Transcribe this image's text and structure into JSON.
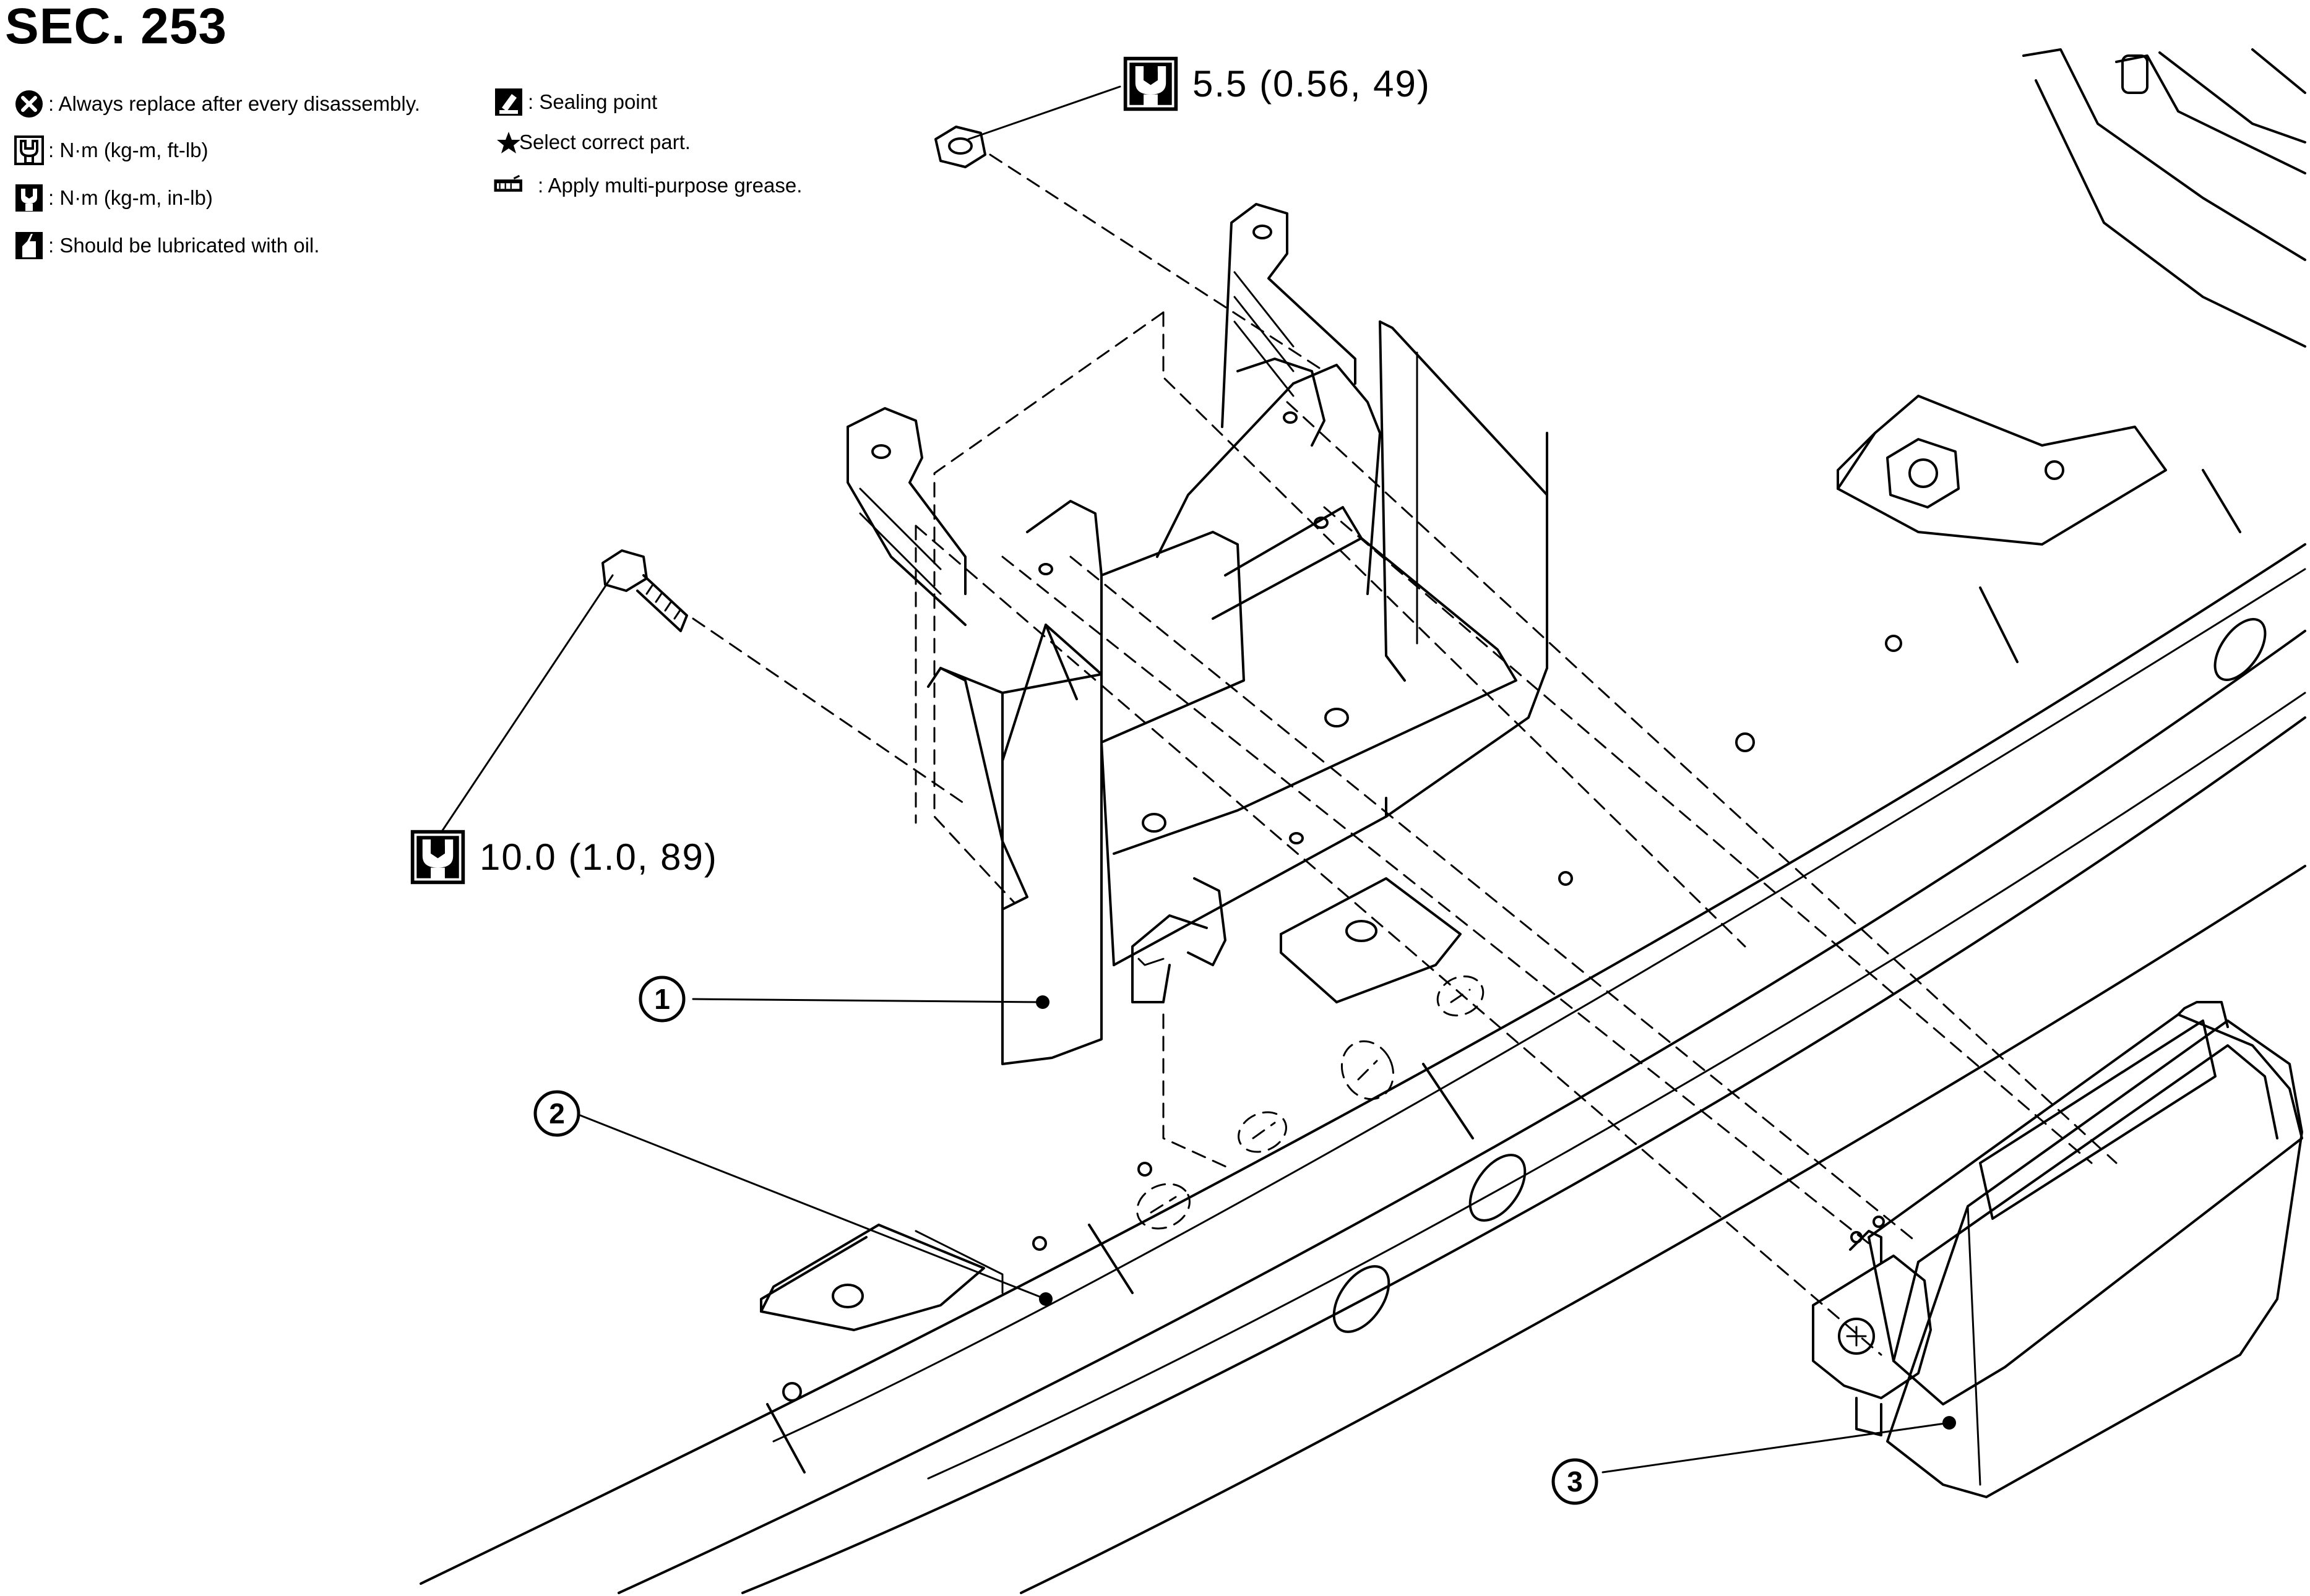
{
  "section_title": "SEC. 253",
  "legend": {
    "left": [
      {
        "icon": "replace-x-icon",
        "text": ": Always replace after every disassembly."
      },
      {
        "icon": "torque-wrench-ftlb-icon",
        "text": ": N·m (kg-m, ft-lb)"
      },
      {
        "icon": "torque-wrench-inlb-icon",
        "text": ": N·m (kg-m, in-lb)"
      },
      {
        "icon": "oil-can-icon",
        "text": ": Should be lubricated with oil."
      }
    ],
    "right": [
      {
        "icon": "sealing-point-icon",
        "text": ": Sealing point"
      },
      {
        "icon": "star-icon",
        "text": "Select correct part."
      },
      {
        "icon": "grease-icon",
        "text": ": Apply multi-purpose grease."
      }
    ]
  },
  "torque_specs": {
    "nut": "5.5 (0.56, 49)",
    "bolt": "10.0 (1.0, 89)"
  },
  "callouts": {
    "one": "1",
    "two": "2",
    "three": "3"
  }
}
